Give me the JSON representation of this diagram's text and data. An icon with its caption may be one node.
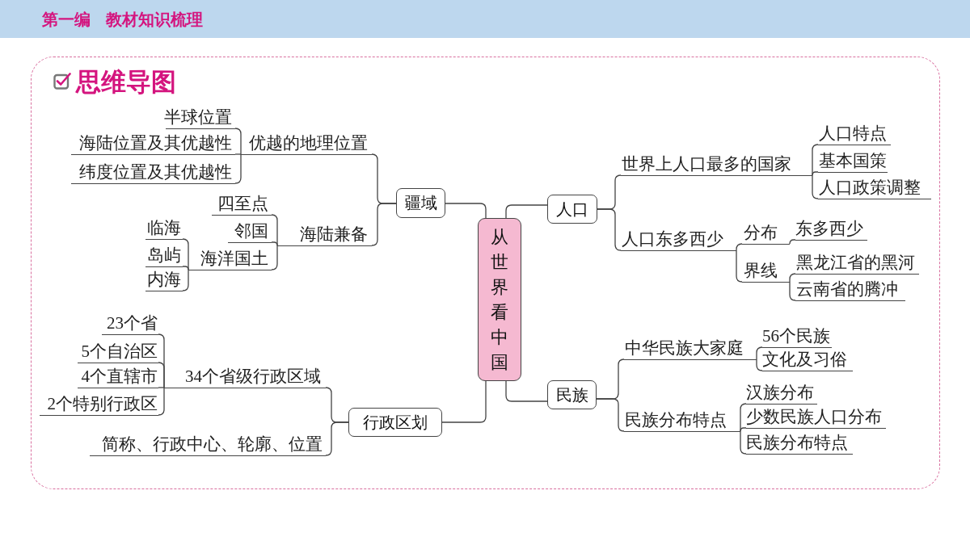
{
  "diagram": {
    "title": "思维导图",
    "nodes": [
      {
        "text": [
          "从世界看中国"
        ]
      },
      {
        "text": [
          "疆域"
        ]
      },
      {
        "text": [
          "优越的地理位置"
        ]
      },
      {
        "text": [
          "半球位置"
        ]
      },
      {
        "text": [
          "海陆位置及其优越性"
        ]
      },
      {
        "text": [
          "纬度位置及其优越性"
        ]
      },
      {
        "text": [
          "海陆兼备"
        ]
      },
      {
        "text": [
          "四至点"
        ]
      },
      {
        "text": [
          "邻国"
        ]
      },
      {
        "text": [
          "海洋国土"
        ]
      },
      {
        "text": [
          "临海"
        ]
      },
      {
        "text": [
          "岛屿"
        ]
      },
      {
        "text": [
          "内海"
        ]
      },
      {
        "text": [
          "行政区划"
        ]
      },
      {
        "text": [
          "34个省级行政区域"
        ]
      },
      {
        "text": [
          "23个省"
        ]
      },
      {
        "text": [
          "5个自治区"
        ]
      },
      {
        "text": [
          "4个直辖市"
        ]
      },
      {
        "text": [
          "2个特别行政区"
        ]
      },
      {
        "text": [
          "简称、行政中心、轮廓、位置"
        ]
      },
      {
        "text": [
          "人口"
        ]
      },
      {
        "text": [
          "世界上人口最多的国家"
        ]
      },
      {
        "text": [
          "人口特点"
        ]
      },
      {
        "text": [
          "基本国策"
        ]
      },
      {
        "text": [
          "人口政策调整"
        ]
      },
      {
        "text": [
          "人口东多西少"
        ]
      },
      {
        "text": [
          "分布"
        ]
      },
      {
        "text": [
          "东多西少"
        ]
      },
      {
        "text": [
          "界线"
        ]
      },
      {
        "text": [
          "黑龙江省的黑河"
        ]
      },
      {
        "text": [
          "云南省的腾冲"
        ]
      },
      {
        "text": [
          "民族"
        ]
      },
      {
        "text": [
          "中华民族大家庭"
        ]
      },
      {
        "text": [
          "56个民族"
        ]
      },
      {
        "text": [
          "文化及习俗"
        ]
      },
      {
        "text": [
          "民族分布特点"
        ]
      },
      {
        "text": [
          "汉族分布"
        ]
      },
      {
        "text": [
          "少数民族人口分布"
        ]
      },
      {
        "text": [
          "民族分布特点"
        ]
      }
    ],
    "edges": [
      {
        "from": 0,
        "to": 1,
        "arrow": "none"
      },
      {
        "from": 0,
        "to": 13,
        "arrow": "none"
      },
      {
        "from": 0,
        "to": 20,
        "arrow": "none"
      },
      {
        "from": 0,
        "to": 31,
        "arrow": "none"
      },
      {
        "from": 1,
        "to": 2,
        "arrow": "none"
      },
      {
        "from": 1,
        "to": 6,
        "arrow": "none"
      },
      {
        "from": 2,
        "to": 3,
        "arrow": "none"
      },
      {
        "from": 2,
        "to": 4,
        "arrow": "none"
      },
      {
        "from": 2,
        "to": 5,
        "arrow": "none"
      },
      {
        "from": 6,
        "to": 7,
        "arrow": "none"
      },
      {
        "from": 6,
        "to": 8,
        "arrow": "none"
      },
      {
        "from": 6,
        "to": 9,
        "arrow": "none"
      },
      {
        "from": 9,
        "to": 10,
        "arrow": "none"
      },
      {
        "from": 9,
        "to": 11,
        "arrow": "none"
      },
      {
        "from": 9,
        "to": 12,
        "arrow": "none"
      },
      {
        "from": 13,
        "to": 14,
        "arrow": "none"
      },
      {
        "from": 13,
        "to": 19,
        "arrow": "none"
      },
      {
        "from": 14,
        "to": 15,
        "arrow": "none"
      },
      {
        "from": 14,
        "to": 16,
        "arrow": "none"
      },
      {
        "from": 14,
        "to": 17,
        "arrow": "none"
      },
      {
        "from": 14,
        "to": 18,
        "arrow": "none"
      },
      {
        "from": 20,
        "to": 21,
        "arrow": "none"
      },
      {
        "from": 20,
        "to": 25,
        "arrow": "none"
      },
      {
        "from": 21,
        "to": 22,
        "arrow": "none"
      },
      {
        "from": 21,
        "to": 23,
        "arrow": "none"
      },
      {
        "from": 21,
        "to": 24,
        "arrow": "none"
      },
      {
        "from": 25,
        "to": 26,
        "arrow": "none"
      },
      {
        "from": 25,
        "to": 28,
        "arrow": "none"
      },
      {
        "from": 26,
        "to": 27,
        "arrow": "none"
      },
      {
        "from": 28,
        "to": 29,
        "arrow": "none"
      },
      {
        "from": 28,
        "to": 30,
        "arrow": "none"
      },
      {
        "from": 31,
        "to": 32,
        "arrow": "none"
      },
      {
        "from": 31,
        "to": 35,
        "arrow": "none"
      },
      {
        "from": 32,
        "to": 33,
        "arrow": "none"
      },
      {
        "from": 32,
        "to": 34,
        "arrow": "none"
      },
      {
        "from": 35,
        "to": 36,
        "arrow": "none"
      },
      {
        "from": 35,
        "to": 37,
        "arrow": "none"
      },
      {
        "from": 35,
        "to": 38,
        "arrow": "none"
      }
    ],
    "labels": [
      "第一编 教材知识梳理"
    ]
  }
}
